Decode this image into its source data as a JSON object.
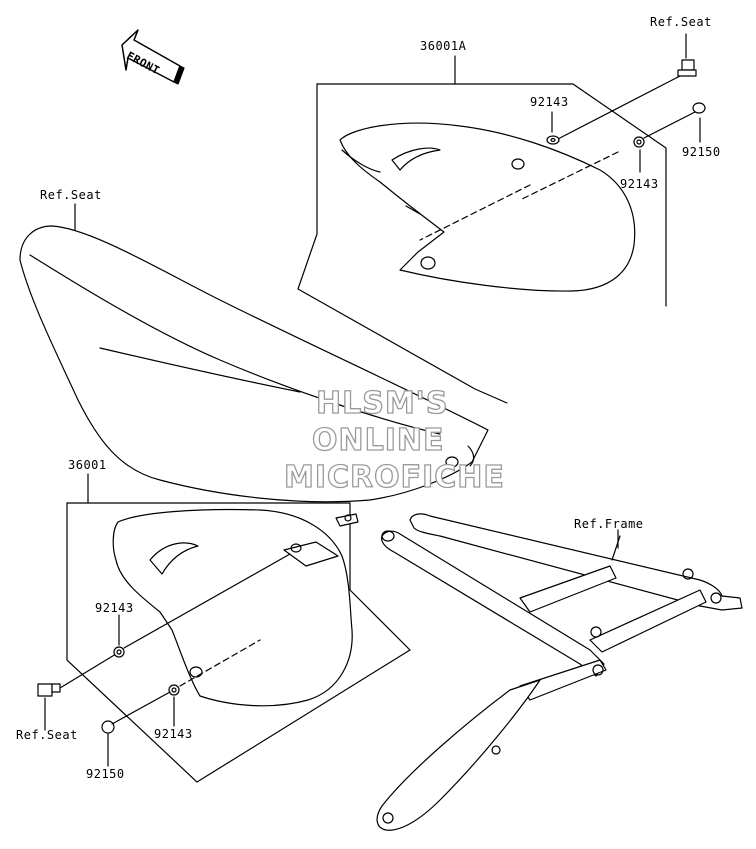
{
  "watermark": {
    "line1": "HLSM'S",
    "line2": "ONLINE",
    "line3": "MICROFICHE"
  },
  "front_arrow": {
    "label": "FRONT"
  },
  "callouts": {
    "ref_seat_top": "Ref.Seat",
    "part_36001A": "36001A",
    "part_92143_upper_a": "92143",
    "part_92150_upper": "92150",
    "part_92143_upper_b": "92143",
    "ref_seat_left": "Ref.Seat",
    "part_36001": "36001",
    "ref_frame": "Ref.Frame",
    "part_92143_lower_a": "92143",
    "ref_seat_bottom": "Ref.Seat",
    "part_92143_lower_b": "92143",
    "part_92150_lower": "92150"
  },
  "colors": {
    "line": "#000000",
    "background": "#ffffff",
    "watermark_outline": "#9a9a9a"
  }
}
